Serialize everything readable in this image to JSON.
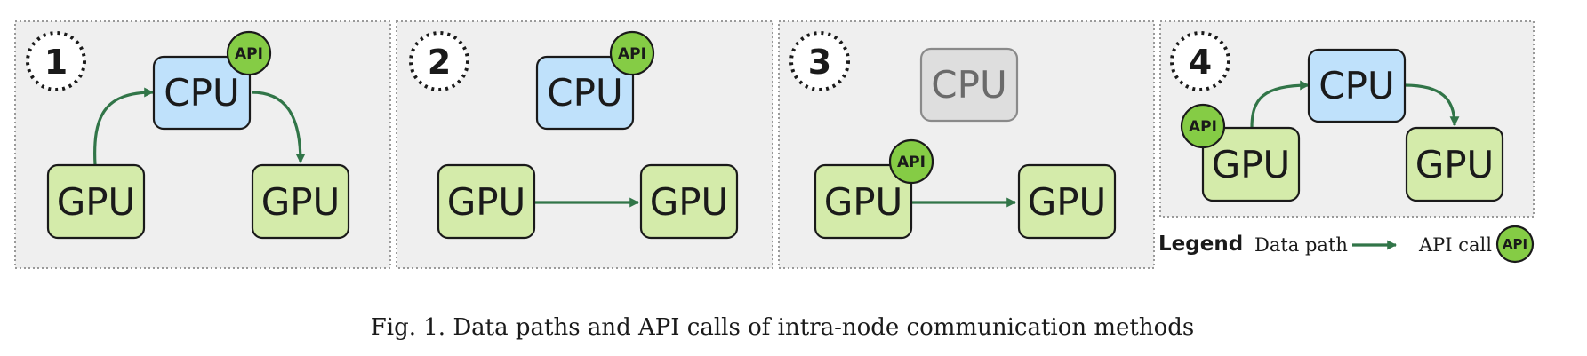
{
  "labels": {
    "cpu": "CPU",
    "gpu": "GPU",
    "api": "API"
  },
  "panels": [
    {
      "number": "1"
    },
    {
      "number": "2"
    },
    {
      "number": "3"
    },
    {
      "number": "4"
    }
  ],
  "legend": {
    "title": "Legend",
    "data_path": "Data path",
    "api_call": "API call"
  },
  "caption": "Fig. 1.  Data paths and API calls of intra-node communication methods",
  "colors": {
    "gpu_box": "#d4ebaa",
    "cpu_box": "#bfe1fb",
    "cpu_box_inactive": "#dedede",
    "api_badge": "#85cc45",
    "data_path": "#317548"
  }
}
